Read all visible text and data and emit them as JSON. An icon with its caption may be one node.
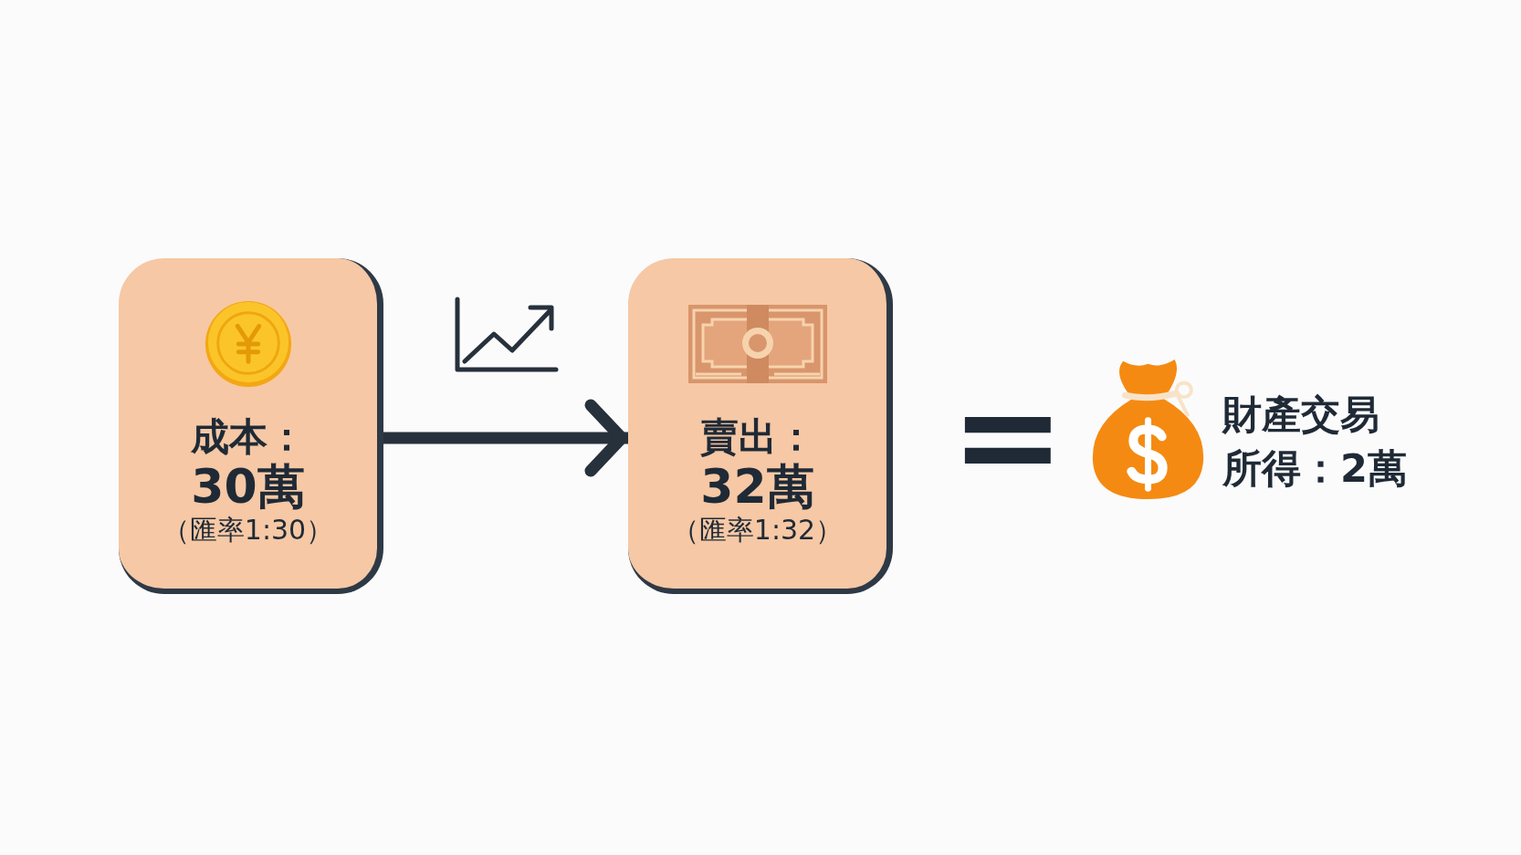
{
  "diagram": {
    "nodes": [
      {
        "text": [
          "成本：",
          "30萬",
          "（匯率1:30）"
        ]
      },
      {
        "text": [
          "賣出：",
          "32萬",
          "（匯率1:32）"
        ]
      }
    ],
    "edges": [
      {
        "from": 0,
        "to": 1,
        "arrow": "to"
      }
    ],
    "labels": [
      "=",
      "財產交易所得：2萬"
    ]
  }
}
